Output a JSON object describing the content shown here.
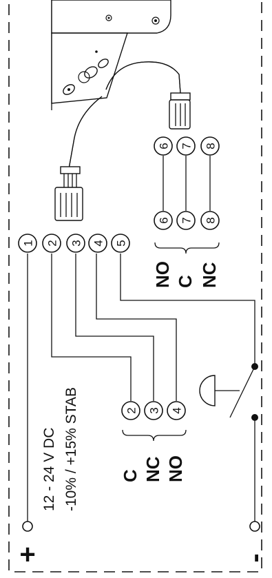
{
  "supply": {
    "voltage": "12 - 24 V DC",
    "tolerance": "-10% / +15% STAB",
    "plus": "+",
    "minus": "-"
  },
  "terminals_top": [
    "1",
    "2",
    "3",
    "4",
    "5"
  ],
  "terminals_right_outer": [
    "6",
    "7",
    "8"
  ],
  "terminals_right_inner": [
    "6",
    "7",
    "8"
  ],
  "terminals_mid": [
    "2",
    "3",
    "4"
  ],
  "relay_right_labels": [
    "NO",
    "C",
    "NC"
  ],
  "relay_mid_labels": [
    "C",
    "NC",
    "NO"
  ],
  "colors": {
    "line": "#111111",
    "background": "#ffffff"
  }
}
